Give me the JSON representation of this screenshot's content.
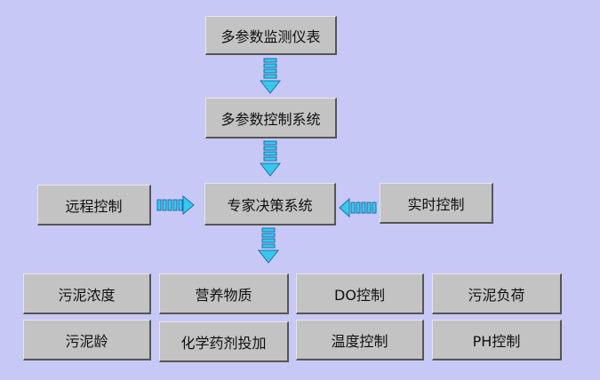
{
  "nodes": {
    "monitor": "多参数监测仪表",
    "control": "多参数控制系统",
    "expert": "专家决策系统",
    "remote": "远程控制",
    "realtime": "实时控制"
  },
  "outputs": {
    "r1": [
      "污泥浓度",
      "营养物质",
      "DO控制",
      "污泥负荷"
    ],
    "r2": [
      "污泥龄",
      "化学药剂投加",
      "温度控制",
      "PH控制"
    ]
  },
  "colors": {
    "background": "#c8c8f6",
    "box": "#c3c3c3",
    "arrow_fill": "#38c8ee",
    "arrow_stroke": "#1a6fa8"
  }
}
